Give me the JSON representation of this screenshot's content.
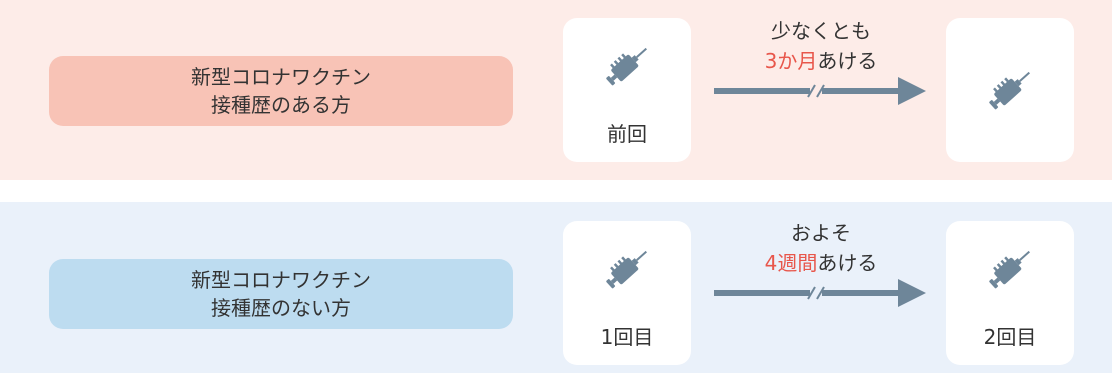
{
  "colors": {
    "top_panel_bg": "#fdece8",
    "top_pill_bg": "#f8c3b6",
    "bottom_panel_bg": "#eaf1fa",
    "bottom_pill_bg": "#bddcf0",
    "arrow": "#6e8699",
    "icon": "#6e8699",
    "highlight_text": "#e8564b"
  },
  "icons": {
    "dose_icon": "syringe-icon",
    "interval_arrow": "arrow-right-icon"
  },
  "rows": [
    {
      "group_label": {
        "line1": "新型コロナワクチン",
        "line2": "接種歴のある方"
      },
      "first_dose_label": "前回",
      "interval": {
        "line1": "少なくとも",
        "highlight": "3か月",
        "suffix": "あける"
      },
      "second_dose_label": ""
    },
    {
      "group_label": {
        "line1": "新型コロナワクチン",
        "line2": "接種歴のない方"
      },
      "first_dose_label": "1回目",
      "interval": {
        "line1": "およそ",
        "highlight": "4週間",
        "suffix": "あける"
      },
      "second_dose_label": "2回目"
    }
  ]
}
